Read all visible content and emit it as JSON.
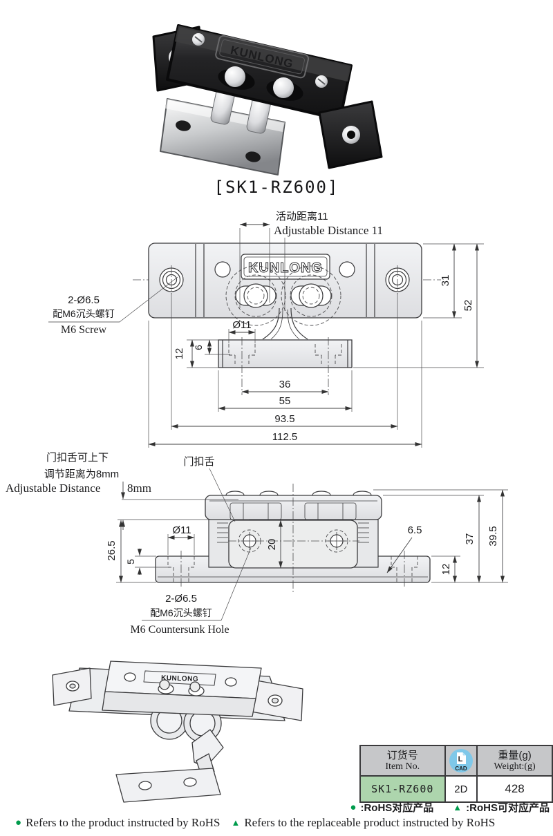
{
  "product": {
    "brand": "KUNLONG",
    "model_label": "[SK1-RZ600]"
  },
  "front_view": {
    "adjust_cn": "活动距离11",
    "adjust_en": "Adjustable Distance  11",
    "dim_31": "31",
    "dim_52": "52",
    "dim_o11": "Ø11",
    "dim_6": "6",
    "dim_12": "12",
    "dim_36": "36",
    "dim_55": "55",
    "dim_93_5": "93.5",
    "dim_112_5": "112.5",
    "screw_qty": "2-Ø6.5",
    "screw_cn": "配M6沉头螺钉",
    "screw_en": "M6 Screw"
  },
  "side_view": {
    "adj_cn1": "门扣舌可上下",
    "adj_cn2": "调节距离为8mm",
    "adj_en": "Adjustable Distance",
    "adj_en_val": "8mm",
    "latch_cn": "门扣舌",
    "dim_o11": "Ø11",
    "dim_26_5": "26.5",
    "dim_5": "5",
    "dim_20": "20",
    "dim_6_5": "6.5",
    "dim_37": "37",
    "dim_39_5": "39.5",
    "dim_12": "12",
    "hole_qty": "2-Ø6.5",
    "hole_cn": "配M6沉头螺钉",
    "hole_en": "M6 Countersunk Hole"
  },
  "table": {
    "header": {
      "item_no_cn": "订货号",
      "item_no_en": "Item No.",
      "cad_label": "CAD",
      "weight_cn": "重量(g)",
      "weight_en": "Weight:(g)"
    },
    "row": {
      "item_no": "SK1-RZ600",
      "cad": "2D",
      "weight": "428"
    },
    "colors": {
      "header_bg": "#c6c7c9",
      "item_bg": "#add5ad",
      "cad_blue": "#7fc8e9"
    }
  },
  "legend": {
    "dot_symbol": "●",
    "tri_symbol": "▲",
    "line1_dot": ":RoHS对应产品",
    "line1_tri": ":RoHS可对应产品",
    "line2_dot": "Refers to the product instructed by RoHS",
    "line2_tri": "Refers to the replaceable product instructed by RoHS",
    "marker_color": "#009b4c"
  }
}
